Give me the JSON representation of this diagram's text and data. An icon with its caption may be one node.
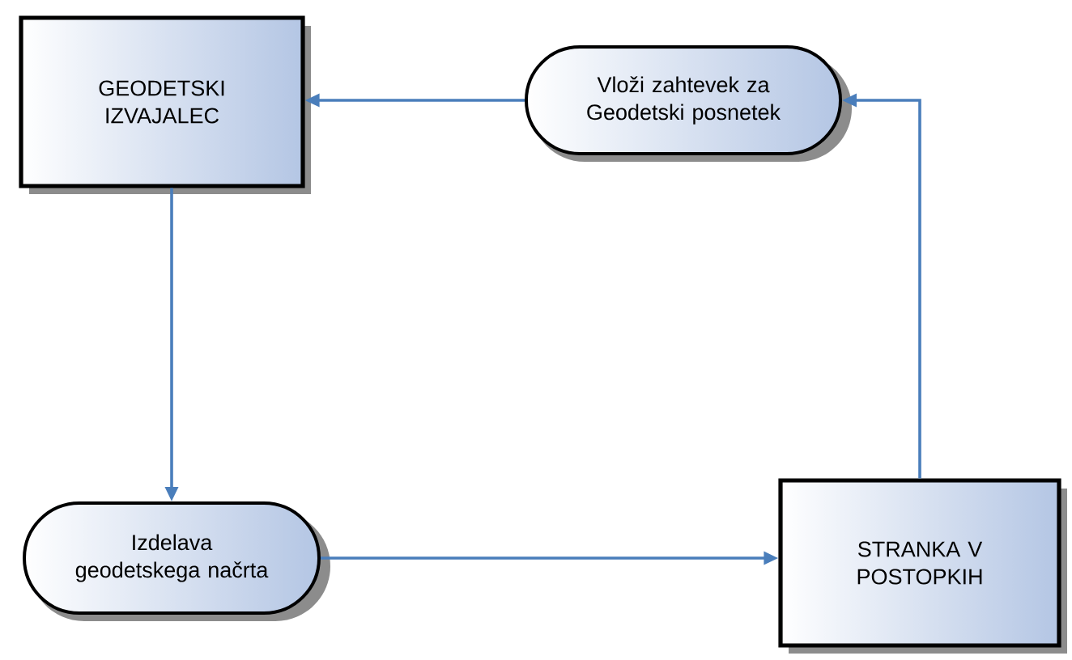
{
  "diagram": {
    "nodes": [
      {
        "text": [
          "GEODETSKI IZVAJALEC"
        ]
      },
      {
        "text": [
          "Vloži zahtevek za Geodetski posnetek"
        ]
      },
      {
        "text": [
          "Izdelava geodetskega načrta"
        ]
      },
      {
        "text": [
          "STRANKA V POSTOPKIH"
        ]
      }
    ],
    "edges": [
      {
        "from": 1,
        "to": 0,
        "arrow": "to"
      },
      {
        "from": 0,
        "to": 2,
        "arrow": "to"
      },
      {
        "from": 2,
        "to": 3,
        "arrow": "to"
      },
      {
        "from": 3,
        "to": 1,
        "arrow": "to"
      }
    ]
  }
}
